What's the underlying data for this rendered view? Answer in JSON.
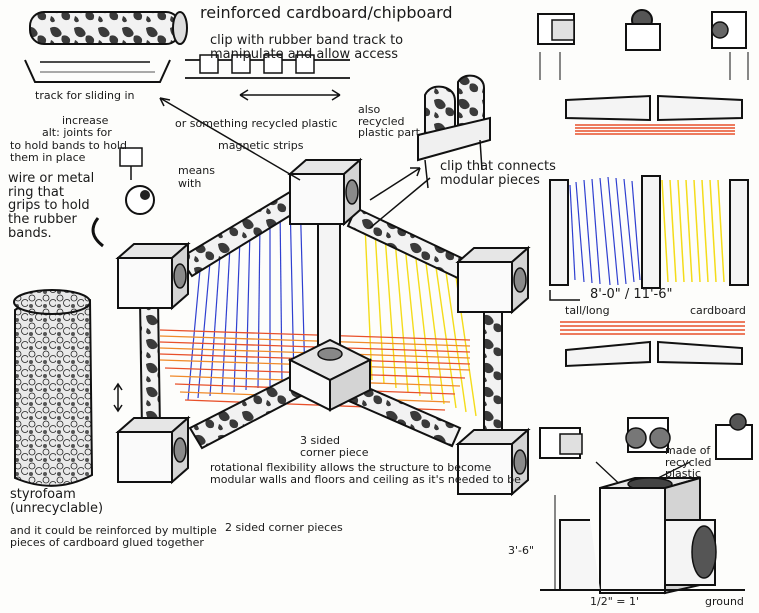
{
  "annotations": {
    "reinforced": "reinforced cardboard/chipboard",
    "clip_rubber": "clip with rubber band track to manipulate and allow access",
    "track_sliding": "track for sliding in",
    "increase": "increase",
    "alt_joints": "alt: joints for",
    "to_hold_bands": "to hold bands to hold them in place",
    "or_recycled_plastic": "or something recycled plastic",
    "magnetic_strips": "magnetic strips",
    "means": "means",
    "with": "with",
    "wire_metal_ring": "wire or metal ring that grips to hold the rubber bands.",
    "also_recycled": "also recycled plastic part",
    "clip_connects": "clip that connects modular pieces",
    "dimensions": "8'-0\" / 11'-6\"",
    "tall_long": "tall/long",
    "cardboard": "cardboard",
    "three_sided": "3 sided corner piece",
    "rotational": "rotational flexibility allows the structure to become modular walls and floors and ceiling as it's needed to be",
    "two_sided": "2 sided corner pieces",
    "styrofoam": "styrofoam (unrecyclable)",
    "and_it_could": "and it could be reinforced by multiple pieces of cardboard glued together",
    "made_recycled": "made of recycled plastic",
    "height_label": "3'-6\"",
    "scale": "1/2\" = 1'",
    "ground": "ground"
  },
  "colors": {
    "ink": "#1a1a1a",
    "blue_bands": "#2f3fd0",
    "yellow_bands": "#f4dc1a",
    "red_bands": "#e8502a",
    "orange_bands": "#f08a2a"
  },
  "icons": [
    "cube-connector-icon",
    "tube-icon",
    "clip-icon",
    "hanger-ring-icon",
    "arrow-icon"
  ]
}
